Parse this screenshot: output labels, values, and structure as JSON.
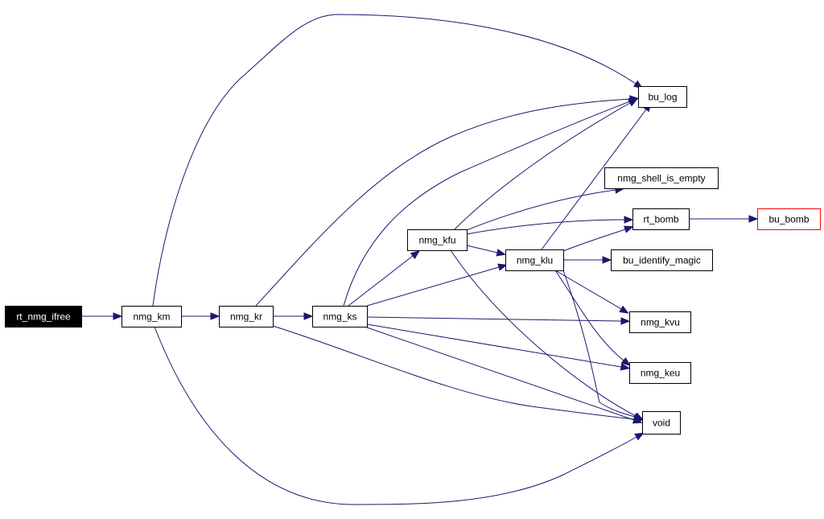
{
  "graph": {
    "nodes": [
      {
        "id": "rt_nmg_ifree",
        "label": "rt_nmg_ifree",
        "style": "root"
      },
      {
        "id": "nmg_km",
        "label": "nmg_km",
        "style": "normal"
      },
      {
        "id": "nmg_kr",
        "label": "nmg_kr",
        "style": "normal"
      },
      {
        "id": "nmg_ks",
        "label": "nmg_ks",
        "style": "normal"
      },
      {
        "id": "nmg_kfu",
        "label": "nmg_kfu",
        "style": "normal"
      },
      {
        "id": "nmg_klu",
        "label": "nmg_klu",
        "style": "normal"
      },
      {
        "id": "bu_log",
        "label": "bu_log",
        "style": "normal"
      },
      {
        "id": "nmg_shell_is_empty",
        "label": "nmg_shell_is_empty",
        "style": "normal"
      },
      {
        "id": "rt_bomb",
        "label": "rt_bomb",
        "style": "normal"
      },
      {
        "id": "bu_bomb",
        "label": "bu_bomb",
        "style": "external"
      },
      {
        "id": "bu_identify_magic",
        "label": "bu_identify_magic",
        "style": "normal"
      },
      {
        "id": "nmg_kvu",
        "label": "nmg_kvu",
        "style": "normal"
      },
      {
        "id": "nmg_keu",
        "label": "nmg_keu",
        "style": "normal"
      },
      {
        "id": "void",
        "label": "void",
        "style": "normal"
      }
    ],
    "edges": [
      {
        "from": "rt_nmg_ifree",
        "to": "nmg_km"
      },
      {
        "from": "nmg_km",
        "to": "bu_log"
      },
      {
        "from": "nmg_km",
        "to": "nmg_kr"
      },
      {
        "from": "nmg_km",
        "to": "void"
      },
      {
        "from": "nmg_kr",
        "to": "bu_log"
      },
      {
        "from": "nmg_kr",
        "to": "nmg_ks"
      },
      {
        "from": "nmg_kr",
        "to": "void"
      },
      {
        "from": "nmg_ks",
        "to": "bu_log"
      },
      {
        "from": "nmg_ks",
        "to": "nmg_kfu"
      },
      {
        "from": "nmg_ks",
        "to": "nmg_klu"
      },
      {
        "from": "nmg_ks",
        "to": "nmg_kvu"
      },
      {
        "from": "nmg_ks",
        "to": "nmg_keu"
      },
      {
        "from": "nmg_ks",
        "to": "void"
      },
      {
        "from": "nmg_kfu",
        "to": "bu_log"
      },
      {
        "from": "nmg_kfu",
        "to": "nmg_shell_is_empty"
      },
      {
        "from": "nmg_kfu",
        "to": "rt_bomb"
      },
      {
        "from": "nmg_kfu",
        "to": "nmg_klu"
      },
      {
        "from": "nmg_kfu",
        "to": "void"
      },
      {
        "from": "nmg_klu",
        "to": "bu_log"
      },
      {
        "from": "nmg_klu",
        "to": "rt_bomb"
      },
      {
        "from": "nmg_klu",
        "to": "bu_identify_magic"
      },
      {
        "from": "nmg_klu",
        "to": "nmg_kvu"
      },
      {
        "from": "nmg_klu",
        "to": "nmg_keu"
      },
      {
        "from": "nmg_klu",
        "to": "void"
      },
      {
        "from": "rt_bomb",
        "to": "bu_bomb"
      }
    ]
  }
}
